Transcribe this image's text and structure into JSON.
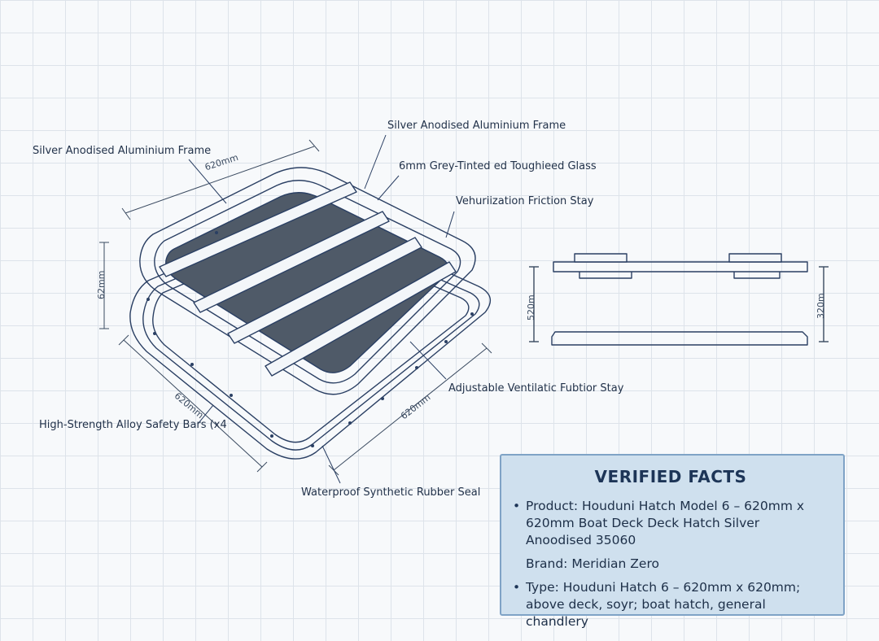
{
  "labels": {
    "frame_left": "Silver Anodised Aluminium Frame",
    "frame_top": "Silver Anodised Aluminium Frame",
    "glass": "6mm Grey-Tinted ed Toughieed Glass",
    "stay_top": "Vehuriization Friction Stay",
    "stay_bottom": "Adjustable Ventilatic Fubtior Stay",
    "bars": "High-Strength Alloy Safety Bars (x4",
    "seal": "Waterproof Synthetic Rubber Seal"
  },
  "dimensions": {
    "top_width": "620mm",
    "left_height": "62mm",
    "bottom_left": "620mm",
    "bottom_right": "620mm",
    "side_left": "520m",
    "side_right": "320m"
  },
  "facts": {
    "title": "VERIFIED FACTS",
    "product_key": "Product:",
    "product_value": "Houduni Hatch Model 6 – 620mm x 620mm Boat Deck Deck Hatch Silver Anoodised 35060",
    "brand_key": "Brand:",
    "brand_value": "Meridian Zero",
    "type_key": "Type:",
    "type_value": "Houduni Hatch 6 – 620mm x 620mm; above deck, soyr; boat hatch, general chandlery"
  },
  "colors": {
    "line": "#2a3f63",
    "glass": "#4f5a68",
    "panel_bg": "#cfe0ee",
    "panel_border": "#7fa3c6"
  }
}
